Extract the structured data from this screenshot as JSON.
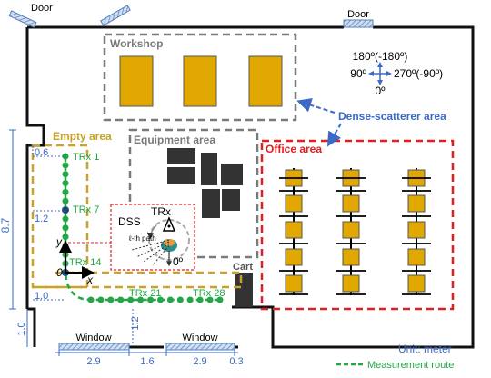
{
  "doors": {
    "top_left": "Door",
    "top_right": "Door"
  },
  "areas": {
    "workshop": "Workshop",
    "equipment": "Equipment area",
    "office": "Office area",
    "empty": "Empty area",
    "dense": "Dense-scatterer area",
    "cart": "Cart"
  },
  "compass": {
    "up": "180º(-180º)",
    "left": "90º",
    "right": "270º(-90º)",
    "down": "0º"
  },
  "trx_labels": [
    "TRx 1",
    "TRx 7",
    "TRx 14",
    "TRx 21",
    "TRx 28"
  ],
  "inset": {
    "dss": "DSS",
    "trx": "TRx",
    "path": "ℓ-th path",
    "angle": "0º"
  },
  "axes": {
    "x": "x",
    "y": "y",
    "origin": "0"
  },
  "dims": {
    "height": "8.7",
    "top_offset": "0.6",
    "left_offset": "1.2",
    "bottom_left": "1.0",
    "vert_left": "1.0",
    "vert_mid": "1.2",
    "w1": "2.9",
    "w2": "1.6",
    "w3": "2.9",
    "w4": "0.3"
  },
  "windows": {
    "left": "Window",
    "right": "Window"
  },
  "legend": {
    "unit": "Unit: meter",
    "route": "Measurement route"
  },
  "colors": {
    "workshop_border": "#7a7a7a",
    "equipment_border": "#7a7a7a",
    "office_border": "#e02020",
    "empty_border": "#c9a227",
    "table_fill": "#e0a800",
    "route": "#22a646",
    "dim": "#3a6ac8",
    "dense_label": "#3a6ac8"
  }
}
